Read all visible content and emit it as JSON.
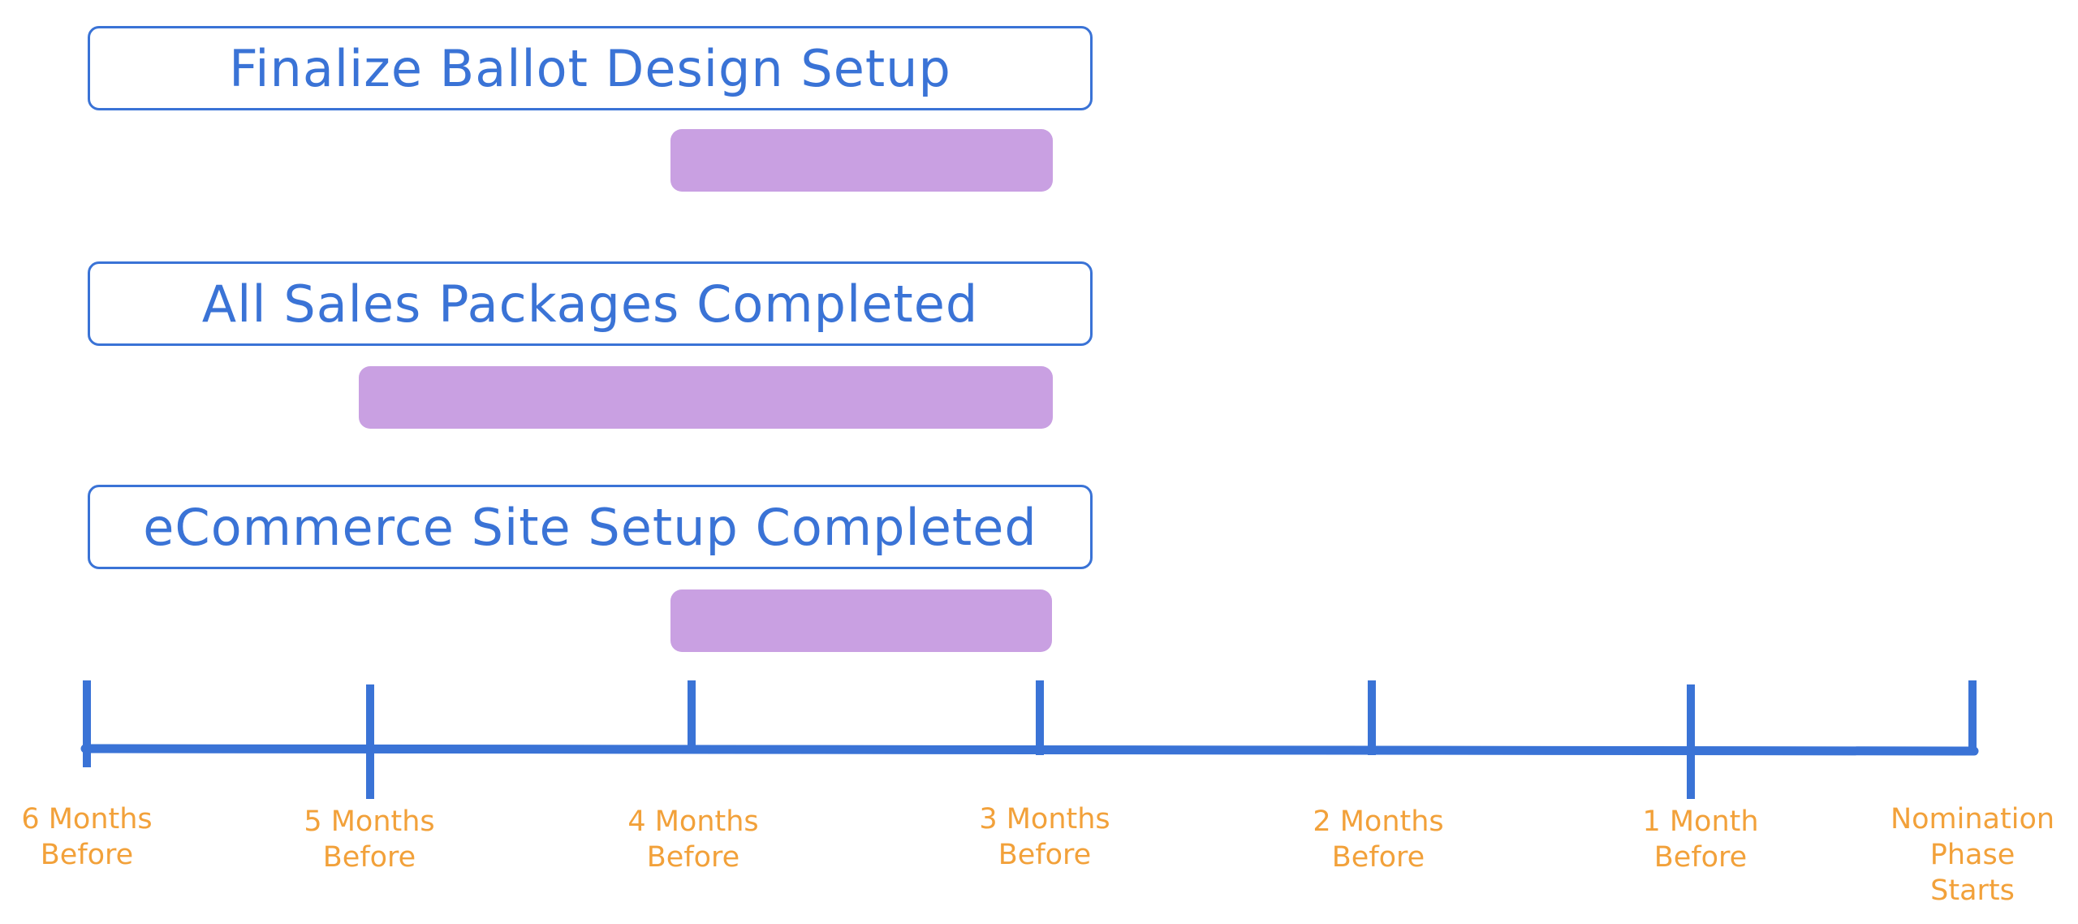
{
  "tasks": [
    {
      "label": "Finalize Ballot Design Setup",
      "start": "4 Months Before",
      "end": "3 Months Before"
    },
    {
      "label": "All Sales Packages Completed",
      "start": "5 Months Before",
      "end": "3 Months Before"
    },
    {
      "label": "eCommerce Site Setup Completed",
      "start": "4 Months Before",
      "end": "3 Months Before"
    }
  ],
  "timeline": {
    "ticks": [
      "6 Months\nBefore",
      "5 Months\nBefore",
      "4 Months\nBefore",
      "3 Months\nBefore",
      "2 Months\nBefore",
      "1 Month\nBefore",
      "Nomination\nPhase\nStarts"
    ]
  },
  "colors": {
    "box_text": "#3a73d6",
    "bar_fill": "#c9a0e2",
    "axis": "#3a73d6",
    "tick_label": "#f2a13a"
  }
}
